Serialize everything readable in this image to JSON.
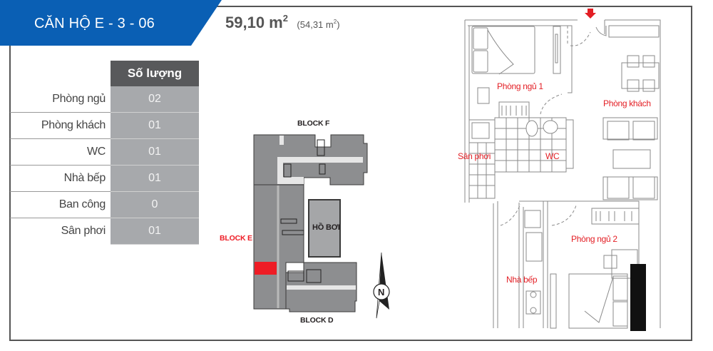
{
  "header": {
    "apartment_code": "CĂN HỘ E - 3 - 06",
    "area_main_value": "59,10 m",
    "area_main_exp": "2",
    "area_sub_value": "(54,31 m",
    "area_sub_exp": "2",
    "area_sub_close": ")",
    "banner_color": "#0a5fb4"
  },
  "quantity_table": {
    "column_header": "Số lượng",
    "rows": [
      {
        "label": "Phòng ngủ",
        "value": "02"
      },
      {
        "label": "Phòng khách",
        "value": "01"
      },
      {
        "label": "WC",
        "value": "01"
      },
      {
        "label": "Nhà bếp",
        "value": "01"
      },
      {
        "label": "Ban công",
        "value": "0"
      },
      {
        "label": "Sân phơi",
        "value": "01"
      }
    ]
  },
  "site_plan": {
    "labels": {
      "block_f": "BLOCK F",
      "block_e": "BLOCK E",
      "block_d": "BLOCK D",
      "pool": "HỒ BƠI",
      "north": "N"
    },
    "highlight_color": "#ee1c25"
  },
  "floor_plan": {
    "rooms": {
      "bedroom1": "Phòng ngủ 1",
      "living": "Phòng khách",
      "drying": "Sân phơi",
      "wc": "WC",
      "bedroom2": "Phòng ngủ 2",
      "kitchen": "Nhà bếp"
    },
    "label_color": "#e31e24",
    "entrance_marker": "entrance-arrow"
  }
}
